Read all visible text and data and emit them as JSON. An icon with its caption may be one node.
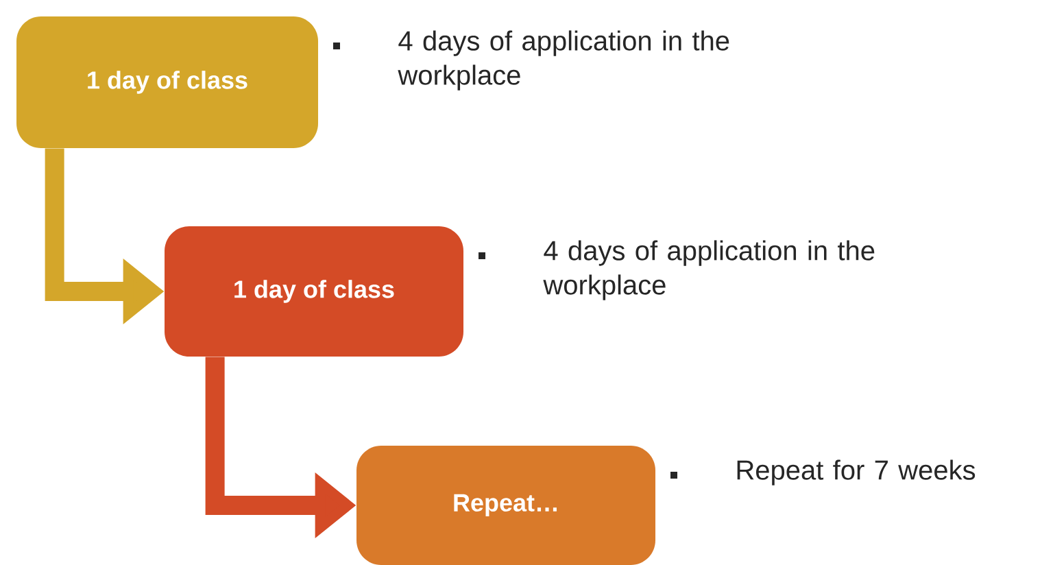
{
  "diagram": {
    "nodes": [
      {
        "text": [
          "1 day of class"
        ],
        "beside": [
          "4 days of application in the workplace"
        ]
      },
      {
        "text": [
          "1 day of class"
        ],
        "beside": [
          "4 days of application in the workplace"
        ]
      },
      {
        "text": [
          "Repeat…"
        ],
        "beside": [
          "Repeat for 7 weeks"
        ]
      }
    ],
    "edges": [
      {
        "from": 0,
        "to": 1,
        "arrow": "to",
        "color": "#d4a62a"
      },
      {
        "from": 1,
        "to": 2,
        "arrow": "to",
        "color": "#d44b26"
      }
    ]
  }
}
